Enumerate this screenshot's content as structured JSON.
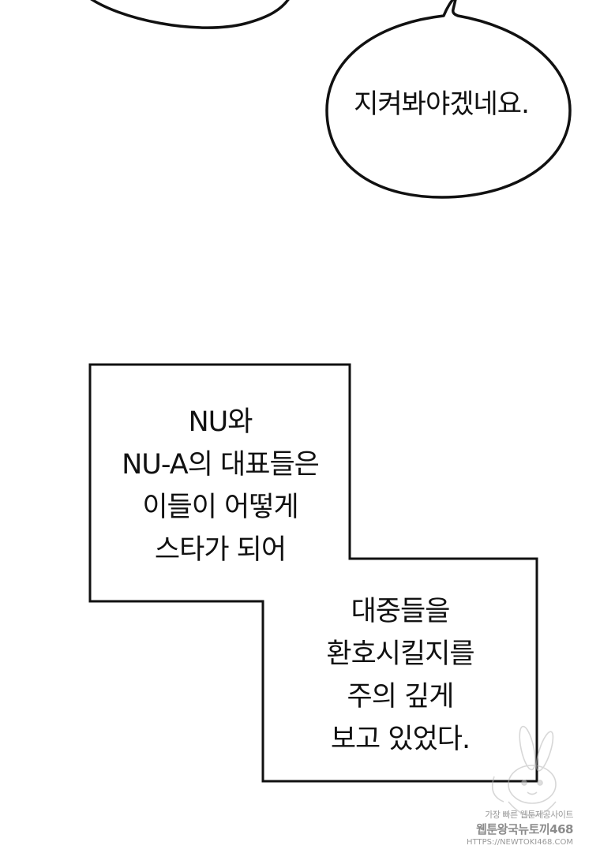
{
  "speech_bubble": {
    "text": "지켜봐야겠네요."
  },
  "caption_top": {
    "lines": [
      "NU와",
      "NU-A의 대표들은",
      "이들이 어떻게",
      "스타가 되어"
    ]
  },
  "caption_bottom": {
    "lines": [
      "대중들을",
      "환호시킬지를",
      "주의 깊게",
      "보고 있었다."
    ]
  },
  "watermark": {
    "line1": "가장 빠른 웹툰제공사이트",
    "line2": "웹툰왕국뉴토끼468",
    "line3": "HTTPS://NEWTOKI468.COM"
  },
  "colors": {
    "background": "#ffffff",
    "ink": "#111111",
    "watermark": "#9a9a9a"
  }
}
